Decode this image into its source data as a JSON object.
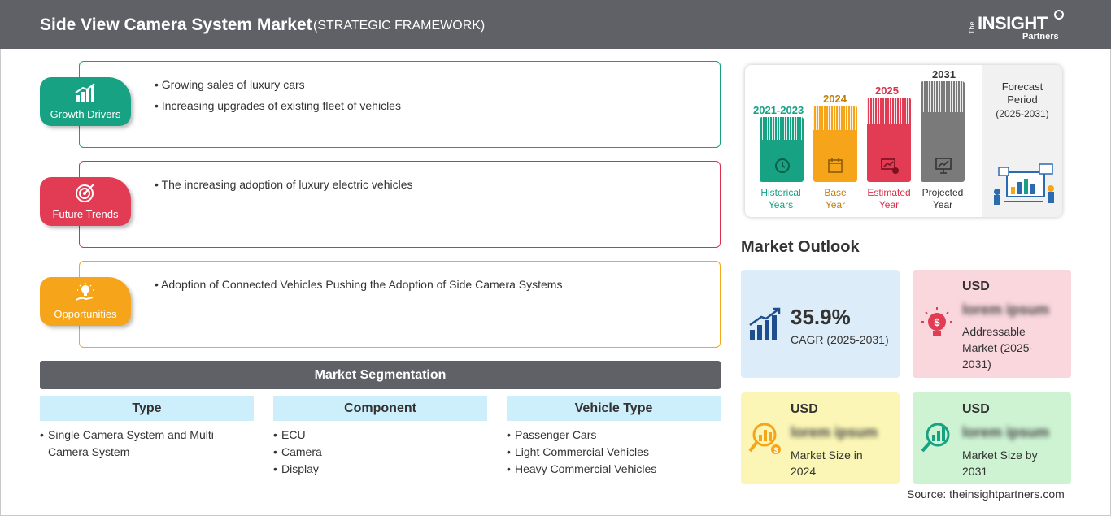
{
  "header": {
    "title": "Side View Camera System Market",
    "subtitle": "(STRATEGIC FRAMEWORK)",
    "logo": {
      "the": "The",
      "insight": "INSIGHT",
      "partners": "Partners"
    }
  },
  "cards": [
    {
      "label": "Growth Drivers",
      "icon": "bar-chart-growth-icon",
      "color": "#16a283",
      "items": [
        "Growing sales of luxury cars",
        "Increasing upgrades of existing fleet of vehicles"
      ]
    },
    {
      "label": "Future Trends",
      "icon": "target-icon",
      "color": "#e23c55",
      "items": [
        "The increasing adoption of luxury electric vehicles"
      ]
    },
    {
      "label": "Opportunities",
      "icon": "lightbulb-hand-icon",
      "color": "#f6a51a",
      "items": [
        "Adoption of Connected Vehicles Pushing the Adoption of Side Camera Systems"
      ]
    }
  ],
  "segmentation": {
    "title": "Market Segmentation",
    "columns": [
      {
        "head": "Type",
        "items": [
          "Single Camera System and Multi Camera System"
        ]
      },
      {
        "head": "Component",
        "items": [
          "ECU",
          "Camera",
          "Display"
        ]
      },
      {
        "head": "Vehicle Type",
        "items": [
          "Passenger Cars",
          "Light Commercial Vehicles",
          "Heavy Commercial Vehicles"
        ]
      }
    ]
  },
  "timeline": {
    "periods": [
      {
        "year": "2021-2023",
        "label_1": "Historical",
        "label_2": "Years",
        "color": "#16a283",
        "icon": "history-clock-icon"
      },
      {
        "year": "2024",
        "label_1": "Base",
        "label_2": "Year",
        "color": "#f6a51a",
        "icon": "calendar-icon"
      },
      {
        "year": "2025",
        "label_1": "Estimated",
        "label_2": "Year",
        "color": "#e23c55",
        "icon": "estimate-chart-icon"
      },
      {
        "year": "2031",
        "label_1": "Projected",
        "label_2": "Year",
        "color": "#7a7a7a",
        "icon": "presentation-board-icon"
      }
    ],
    "forecast_title": "Forecast Period",
    "forecast_range": "(2025-2031)"
  },
  "outlook": {
    "title": "Market Outlook",
    "cagr_value": "35.9%",
    "cagr_label": "CAGR (2025-2031)",
    "addressable": {
      "usd": "USD",
      "value": "lorem ipsum",
      "label": "Addressable Market (2025-2031)"
    },
    "size_2024": {
      "usd": "USD",
      "value": "lorem ipsum",
      "label": "Market Size in 2024"
    },
    "size_2031": {
      "usd": "USD",
      "value": "lorem ipsum",
      "label": "Market Size by 2031"
    },
    "colors": {
      "cagr_bg": "#dcecf8",
      "addr_bg": "#f9d7dd",
      "size24_bg": "#fbf6b5",
      "size31_bg": "#cdf3d3"
    }
  },
  "source": "Source: theinsightpartners.com"
}
